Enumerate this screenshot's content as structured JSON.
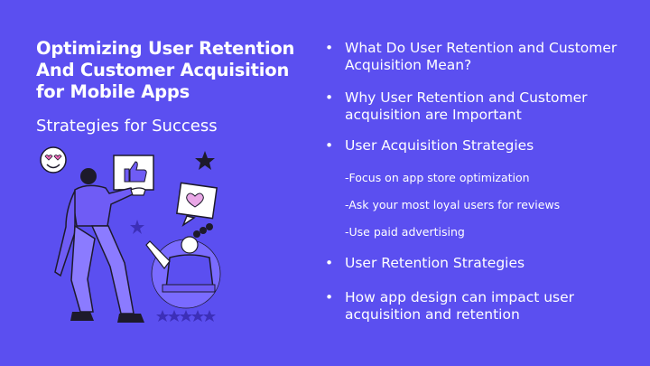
{
  "title": "Optimizing User Retention And Customer Acquisition for Mobile Apps",
  "subtitle": "Strategies for Success",
  "colors": {
    "background": "#5b4ff0",
    "text": "#ffffff",
    "figure_purple": "#6f5cf5",
    "figure_dark": "#1d1a2b"
  },
  "bullets": [
    {
      "text": "What Do User Retention and Customer Acquisition Mean?"
    },
    {
      "text": "Why User Retention and Customer acquisition are Important"
    },
    {
      "text": "User Acquisition Strategies"
    },
    {
      "text": "User Retention Strategies"
    },
    {
      "text": "How app design can impact user acquisition and retention"
    }
  ],
  "sub_items": [
    "-Focus on app store optimization",
    "-Ask your most loyal users for reviews",
    "-Use paid advertising"
  ],
  "icons": {
    "bullet": "bullet-dot",
    "illustration": [
      "heart-eyes-emoji-icon",
      "thumbs-up-bubble-icon",
      "heart-bubble-icon",
      "star-icon",
      "rating-stars-icon"
    ]
  }
}
